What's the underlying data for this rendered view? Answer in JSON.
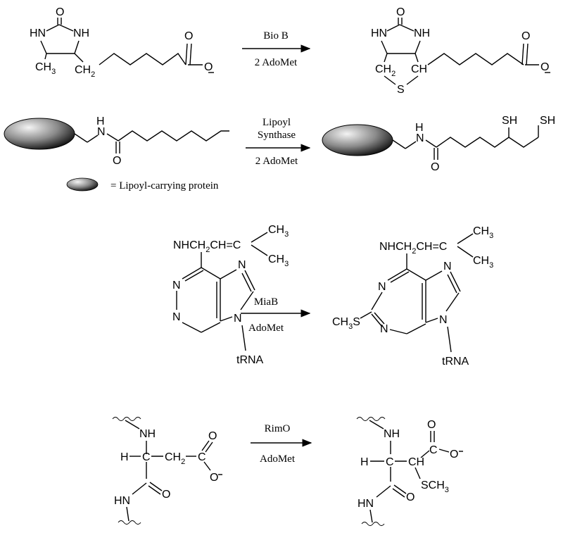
{
  "colors": {
    "ink": "#000000",
    "protein_highlight": "#f2f2f2",
    "protein_shadow": "#1a1a1a"
  },
  "reactions": {
    "biotin": {
      "enzyme": "Bio B",
      "cofactor": "2 AdoMet",
      "substrate": {
        "hn": "HN",
        "nh": "NH",
        "o": "O",
        "ch3": "CH",
        "ch3_sub": "3",
        "ch2": "CH",
        "ch2_sub": "2",
        "o_minus": "O",
        "minus": "−"
      },
      "product": {
        "hn": "HN",
        "nh": "NH",
        "o": "O",
        "ch2": "CH",
        "ch2_sub": "2",
        "ch": "CH",
        "s": "S",
        "o_minus": "O",
        "minus": "−"
      }
    },
    "lipoyl": {
      "enzyme_line1": "Lipoyl",
      "enzyme_line2": "Synthase",
      "cofactor": "2 AdoMet",
      "substrate": {
        "h": "H",
        "n": "N",
        "o": "O"
      },
      "product": {
        "h": "H",
        "n": "N",
        "o": "O",
        "sh1": "SH",
        "sh2": "SH"
      },
      "legend_text": "= Lipoyl-carrying protein"
    },
    "miab": {
      "enzyme": "MiaB",
      "cofactor": "AdoMet",
      "substrate": {
        "side_chain": "NHCH2CH=C",
        "side_chain_plain": "NHCH",
        "ch3_top": "CH",
        "ch3_bot": "CH",
        "n_label": "N",
        "trna": "tRNA"
      },
      "product": {
        "side_chain_plain": "NHCH",
        "ch3_top": "CH",
        "ch3_bot": "CH",
        "n_label": "N",
        "trna": "tRNA",
        "sch3": "CH",
        "s": "S"
      }
    },
    "rimo": {
      "enzyme": "RimO",
      "cofactor": "AdoMet",
      "substrate": {
        "nh": "NH",
        "h": "H",
        "c": "C",
        "ch2": "CH",
        "c2": "C",
        "o": "O",
        "o_minus": "O",
        "hn": "HN",
        "sub2": "2"
      },
      "product": {
        "nh": "NH",
        "h": "H",
        "c": "C",
        "ch": "CH",
        "c2": "C",
        "o": "O",
        "o_minus": "O",
        "hn": "HN",
        "sch3": "SCH",
        "sub3": "3"
      }
    }
  }
}
